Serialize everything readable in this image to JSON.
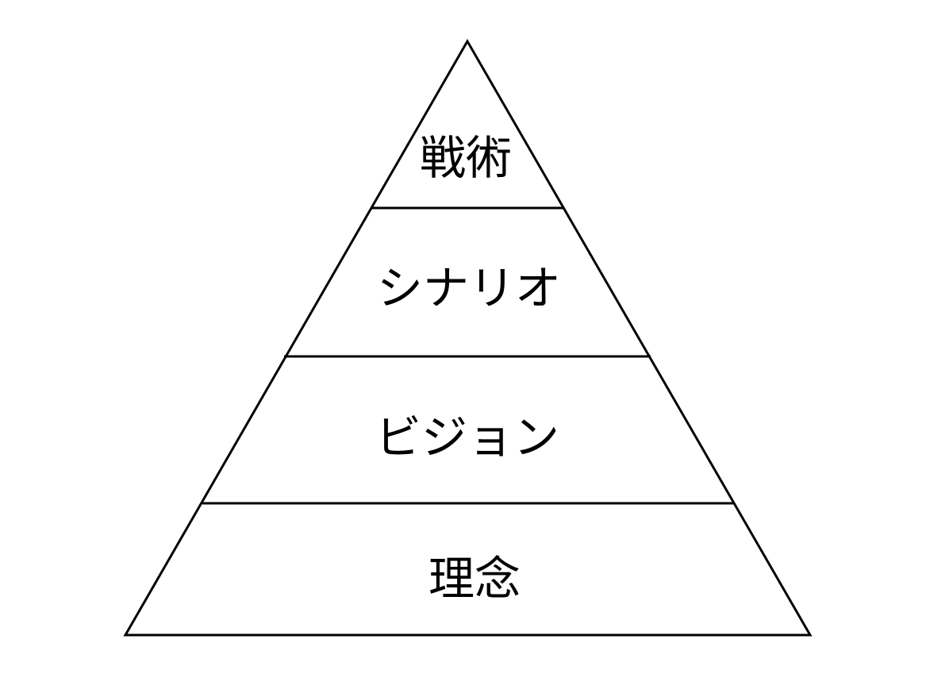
{
  "diagram": {
    "type": "pyramid",
    "stroke_color": "#000000",
    "fill_color": "#ffffff",
    "levels": [
      {
        "label": "戦術"
      },
      {
        "label": "シナリオ"
      },
      {
        "label": "ビジョン"
      },
      {
        "label": "理念"
      }
    ]
  }
}
